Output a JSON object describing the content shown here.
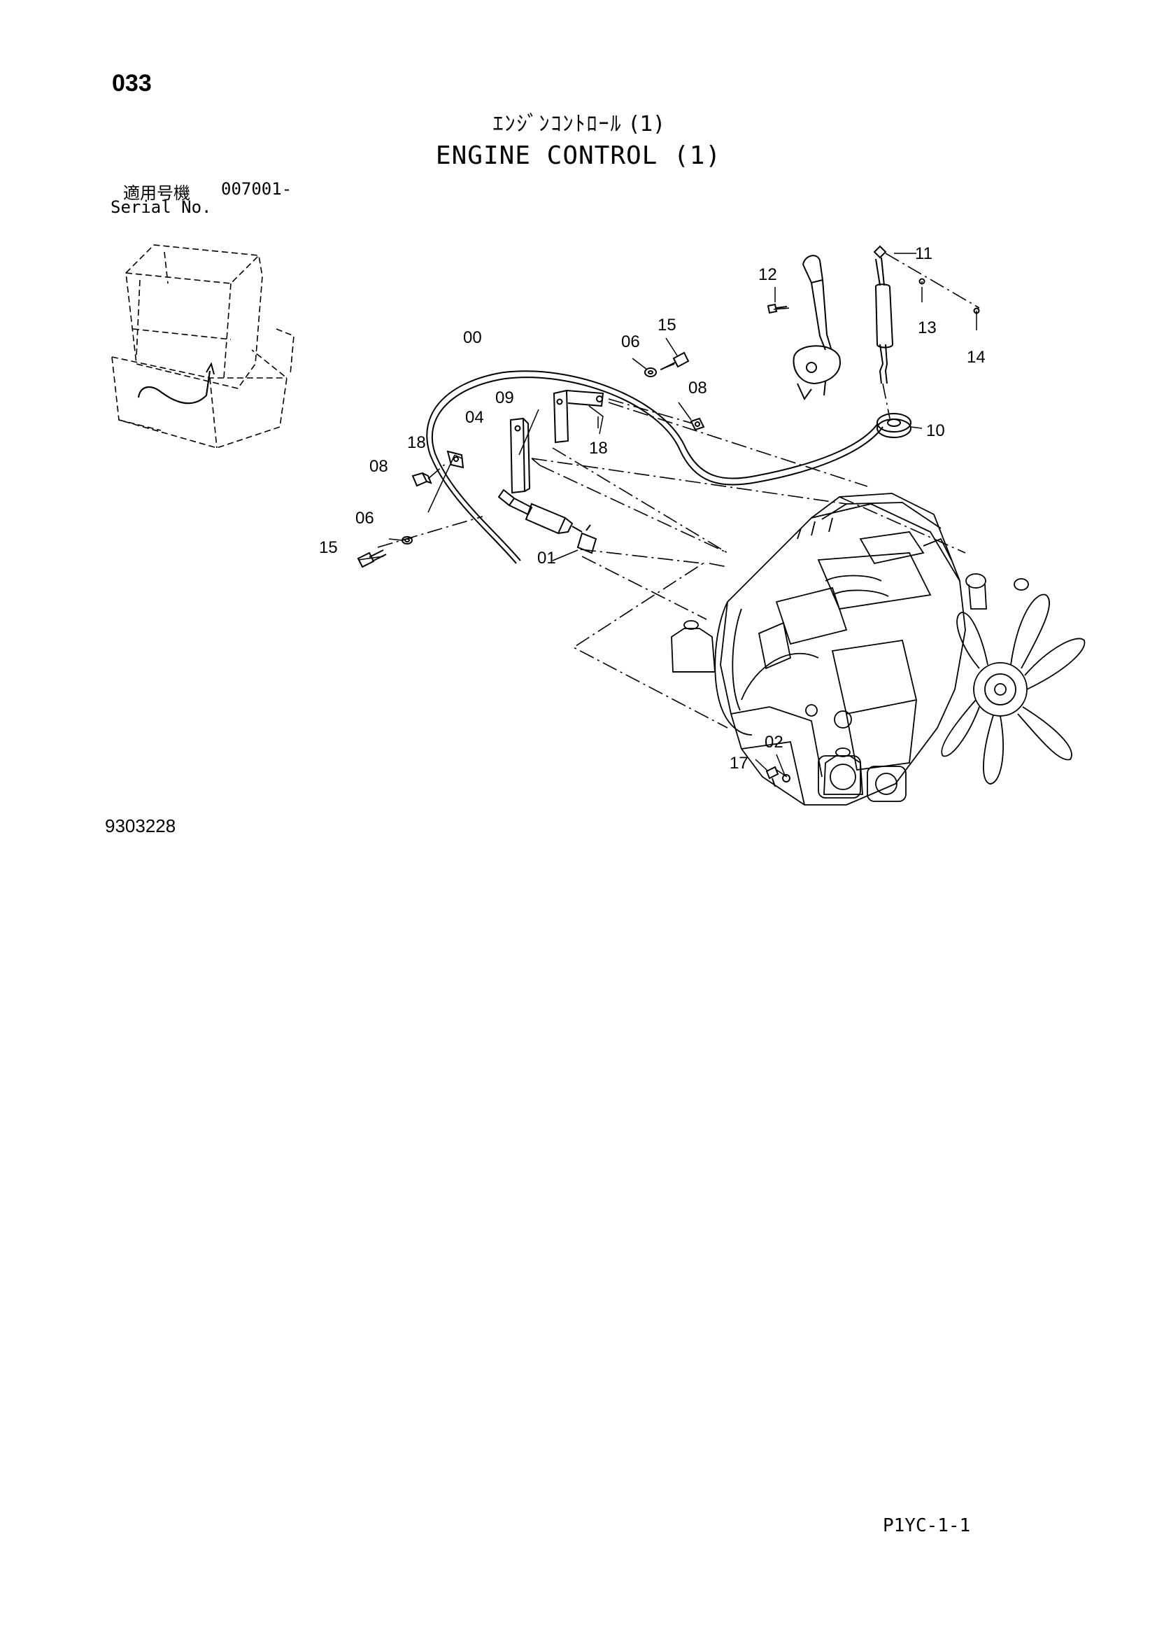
{
  "page": {
    "number": "033",
    "title_jp": "ｴﾝｼﾞﾝｺﾝﾄﾛｰﾙ (1)",
    "title_en": "ENGINE CONTROL (1)",
    "serial_label": "適用号機",
    "serial_value": "007001-",
    "serial_label_en": "Serial No.",
    "drawing_number": "9303228",
    "sheet_code": "P1YC-1-1"
  },
  "callouts": [
    {
      "id": "c00",
      "label": "00"
    },
    {
      "id": "c01",
      "label": "01"
    },
    {
      "id": "c02",
      "label": "02"
    },
    {
      "id": "c04",
      "label": "04"
    },
    {
      "id": "c06a",
      "label": "06"
    },
    {
      "id": "c06b",
      "label": "06"
    },
    {
      "id": "c08a",
      "label": "08"
    },
    {
      "id": "c08b",
      "label": "08"
    },
    {
      "id": "c09",
      "label": "09"
    },
    {
      "id": "c10",
      "label": "10"
    },
    {
      "id": "c11",
      "label": "11"
    },
    {
      "id": "c12",
      "label": "12"
    },
    {
      "id": "c13",
      "label": "13"
    },
    {
      "id": "c14",
      "label": "14"
    },
    {
      "id": "c15a",
      "label": "15"
    },
    {
      "id": "c15b",
      "label": "15"
    },
    {
      "id": "c17",
      "label": "17"
    },
    {
      "id": "c18a",
      "label": "18"
    },
    {
      "id": "c18b",
      "label": "18"
    }
  ]
}
